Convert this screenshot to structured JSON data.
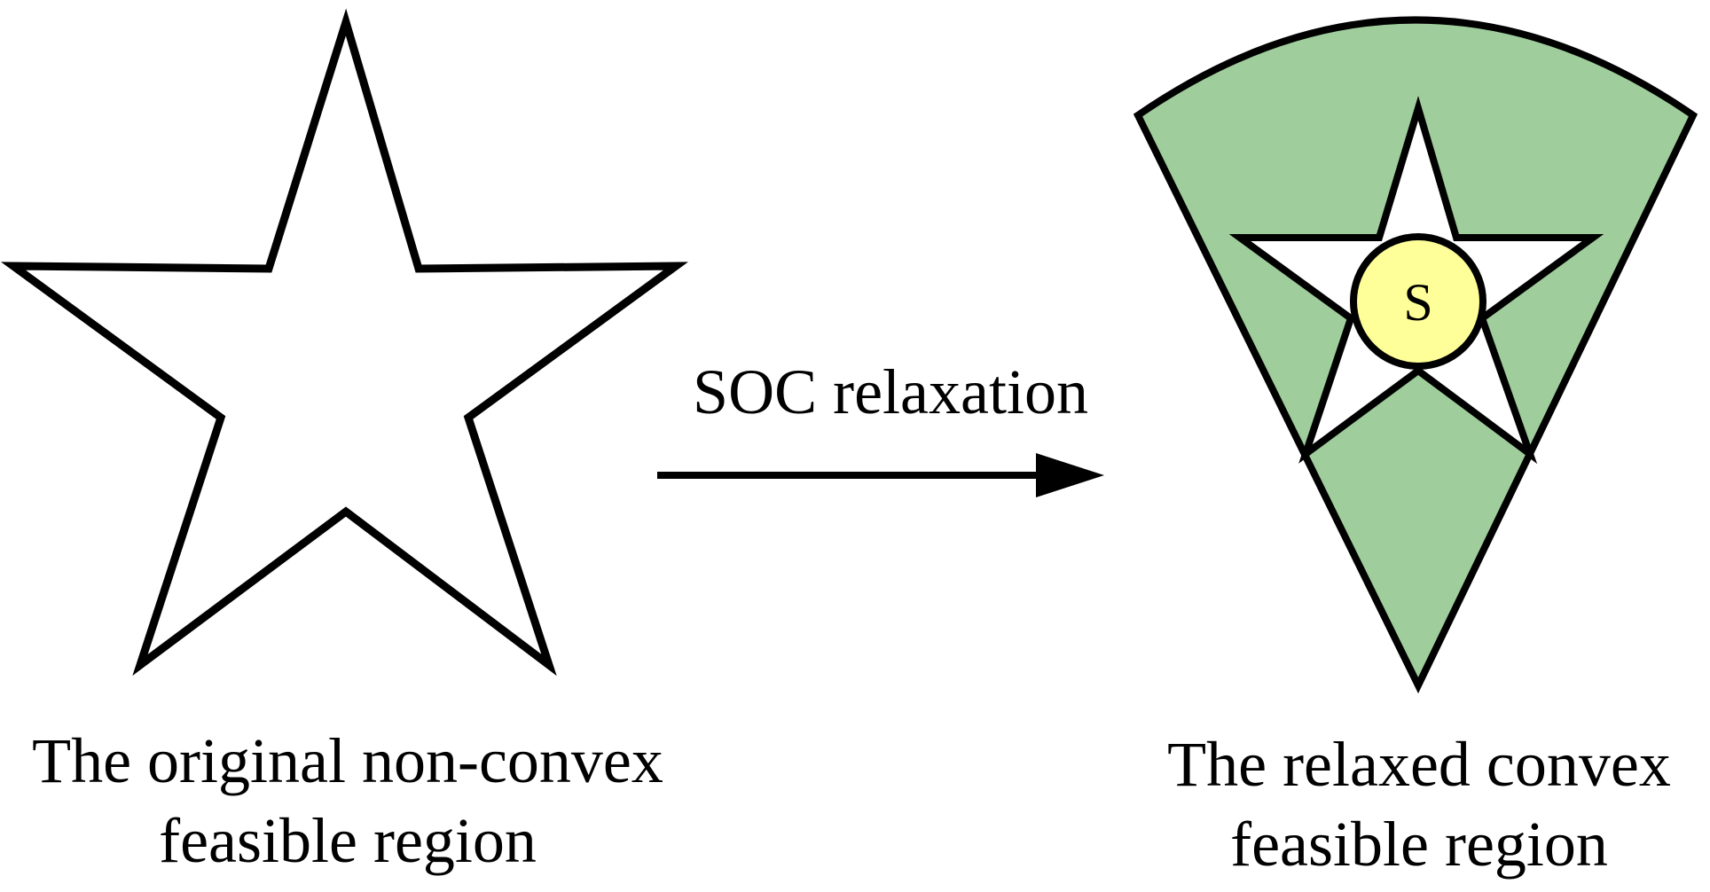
{
  "left_caption": {
    "line1": "The original non-convex",
    "line2": "feasible region"
  },
  "arrow_label": "SOC relaxation",
  "right_caption": {
    "line1": "The relaxed convex",
    "line2": "feasible region"
  },
  "circle_label": "S",
  "colors": {
    "convex_region_fill": "#9FCE9C",
    "circle_fill": "#FFFF99",
    "star_fill": "#FFFFFF",
    "stroke": "#000000"
  }
}
